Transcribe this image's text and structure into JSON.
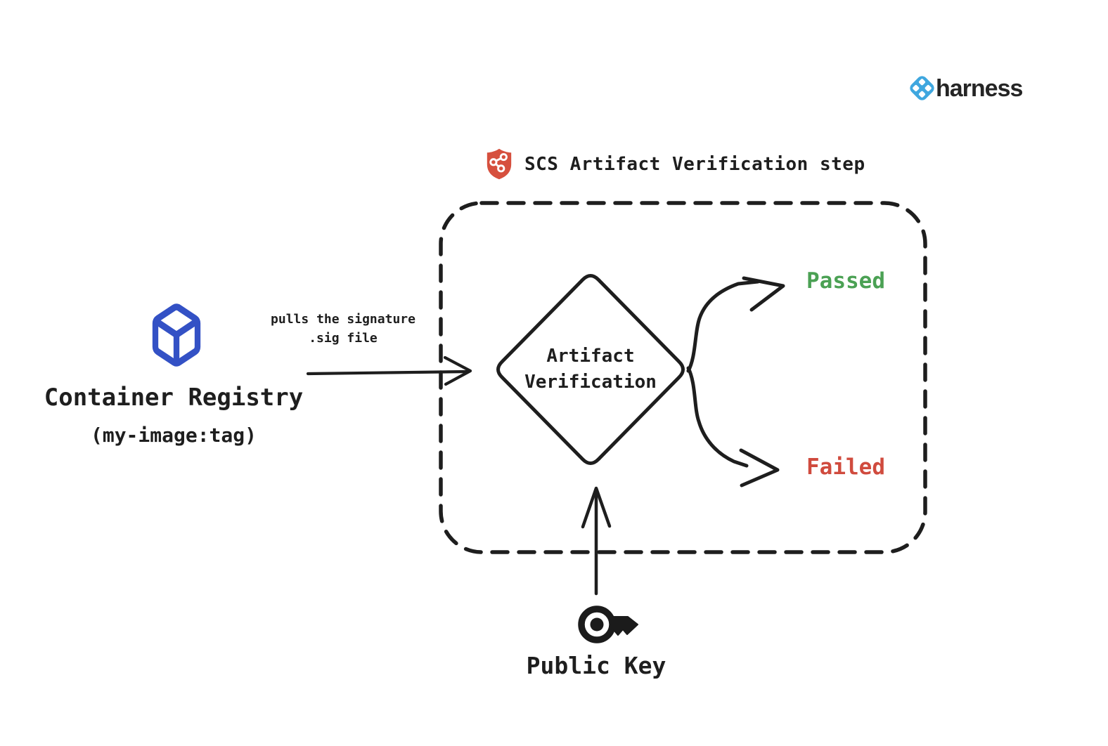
{
  "brand": {
    "name": "harness",
    "icon": "harness-logo-icon",
    "icon_color": "#3FA7DF",
    "text_color": "#252525"
  },
  "step_box": {
    "title": "SCS Artifact Verification step",
    "shield_icon": "scs-shield-icon",
    "shield_color": "#D6503E",
    "border_color": "#1e1e1e",
    "border_style": "dashed"
  },
  "source": {
    "title": "Container Registry",
    "subtitle": "(my-image:tag)",
    "icon": "container-cube-icon",
    "icon_color": "#3351C5"
  },
  "edge": {
    "label_line1": "pulls the signature",
    "label_line2": ".sig file"
  },
  "decision": {
    "label_line1": "Artifact",
    "label_line2": "Verification"
  },
  "outcomes": {
    "passed": {
      "label": "Passed",
      "color": "#4BA154"
    },
    "failed": {
      "label": "Failed",
      "color": "#D04B3E"
    }
  },
  "input": {
    "label": "Public Key",
    "icon": "key-icon"
  }
}
